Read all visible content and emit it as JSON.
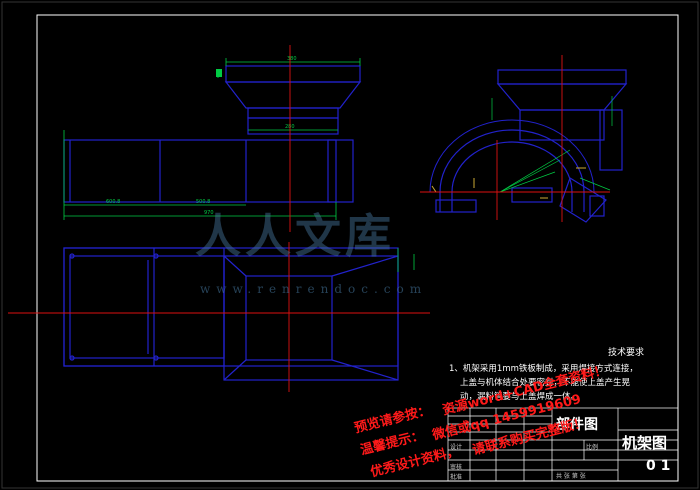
{
  "drawing": {
    "dim_labels": {
      "top_hopper_width": "380",
      "neck_width": "280",
      "left_seg_1": "600.8",
      "left_seg_2": "500.8",
      "overall_length": "970"
    },
    "watermark": {
      "brand": "人人文库",
      "url": "www.renrendoc.com"
    },
    "tech_note": {
      "title": "技术要求",
      "lines": [
        "1、机架采用1mm铁板制成，采用焊接方式连接，",
        "上盖与机体结合处要密封，不能使上盖产生晃",
        "动，漏料管要与上盖焊成一体。"
      ]
    },
    "promo": {
      "line1": "预览请参按：",
      "line1b": "资源word+CAD全套资料！",
      "line2": "温馨提示：",
      "line2b": "微信或qq 1459919609",
      "line3": "优秀设计资料，",
      "line3b": "请联系购买完整版！"
    },
    "title_block": {
      "part_label": "部件图",
      "title": "机架图",
      "number": "0 1",
      "scale_label": "比例",
      "sheet_label": "共 张 第 张",
      "designer_label": "设计",
      "checker_label": "审核",
      "approve_label": "批准"
    }
  },
  "colors": {
    "outline": "#2222cc",
    "dimension": "#00cc44",
    "centerline": "#dd1111",
    "part": "#ccaa33",
    "frame": "#ffffff"
  }
}
